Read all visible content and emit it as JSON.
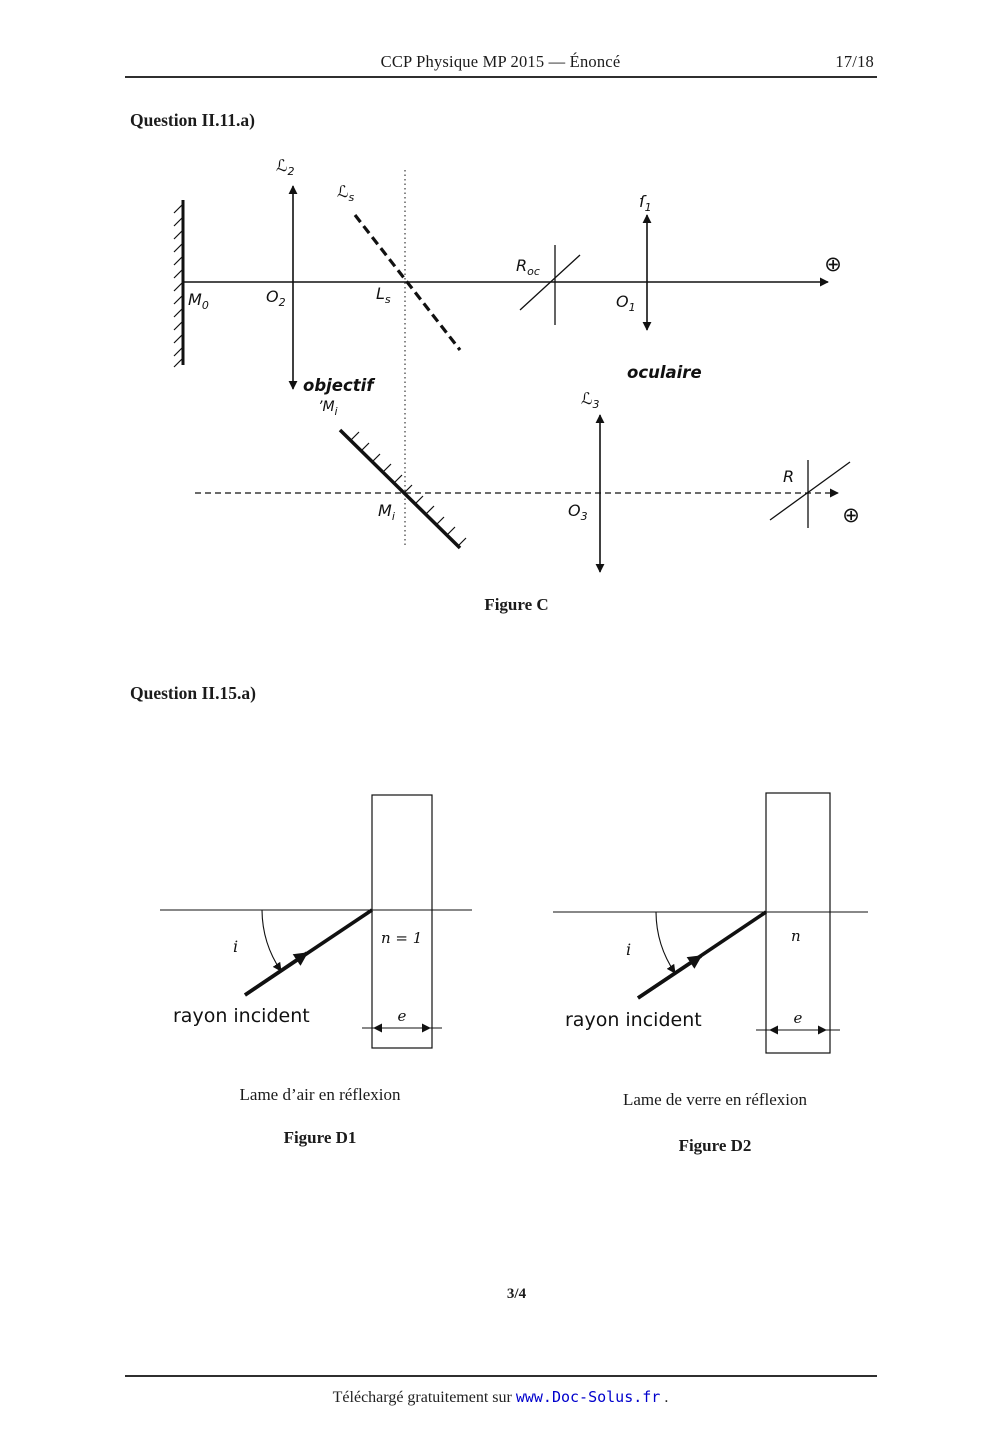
{
  "header": {
    "title": "CCP Physique MP 2015 — Énoncé",
    "page": "17/18"
  },
  "question_11": "Question II.11.a)",
  "question_15": "Question II.15.a)",
  "figure_c": {
    "caption": "Figure C",
    "mirror_m0": {
      "main": "M",
      "sub": "0"
    },
    "lens_l2_label": {
      "main": "ℒ",
      "sub": "2"
    },
    "o2": {
      "main": "O",
      "sub": "2"
    },
    "objectif": "objectif",
    "m_image_top": {
      "main": "’M",
      "sub": "i"
    },
    "separator_label": {
      "main": "ℒ",
      "sub": "s"
    },
    "ls": {
      "main": "L",
      "sub": "s"
    },
    "r_oc": {
      "main": "R",
      "sub": "oc"
    },
    "lens_l1_label": {
      "main": "ſ",
      "sub": "1"
    },
    "o1": {
      "main": "O",
      "sub": "1"
    },
    "oculaire": "oculaire",
    "plus_icon": "⊕",
    "mirror_mi": {
      "main": "M",
      "sub": "i"
    },
    "lens_l3_label": {
      "main": "ℒ",
      "sub": "3"
    },
    "o3": {
      "main": "O",
      "sub": "3"
    },
    "r": "R"
  },
  "figure_d1": {
    "caption": "Lame d’air en réflexion",
    "figure_label": "Figure D1",
    "ray_label": "rayon incident",
    "angle_label": "i",
    "index_label": "n = 1",
    "thickness_label": "e"
  },
  "figure_d2": {
    "caption": "Lame de verre en réflexion",
    "figure_label": "Figure D2",
    "ray_label": "rayon incident",
    "angle_label": "i",
    "index_label": "n",
    "thickness_label": "e"
  },
  "page_number": "3/4",
  "footer": {
    "prefix": "Téléchargé gratuitement sur",
    "link": "www.Doc-Solus.fr",
    "suffix": "."
  }
}
